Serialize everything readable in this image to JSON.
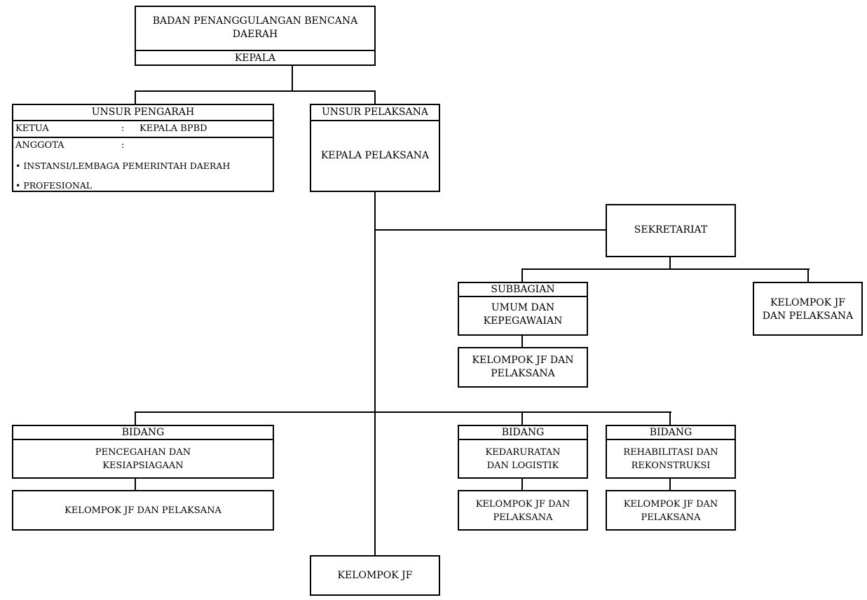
{
  "top": {
    "org_name": "BADAN PENANGGULANGAN BENCANA\nDAERAH",
    "head": "KEPALA"
  },
  "pengarah": {
    "title": "UNSUR PENGARAH",
    "ketua_label": "KETUA",
    "ketua_sep": ":",
    "ketua_value": "KEPALA BPBD",
    "anggota_label": "ANGGOTA",
    "anggota_sep": ":",
    "members": [
      "• INSTANSI/LEMBAGA PEMERINTAH DAERAH",
      "• PROFESIONAL"
    ]
  },
  "pelaksana": {
    "title": "UNSUR PELAKSANA",
    "body": "KEPALA PELAKSANA"
  },
  "sekretariat": {
    "title": "SEKRETARIAT",
    "subbagian_header": "SUBBAGIAN",
    "subbagian_body": "UMUM DAN\nKEPEGAWAIAN",
    "subbagian_group": "KELOMPOK JF DAN\nPELAKSANA",
    "group": "KELOMPOK JF\nDAN PELAKSANA"
  },
  "bidang": [
    {
      "header": "BIDANG",
      "body": "PENCEGAHAN DAN\nKESIAPSIAGAAN",
      "group": "KELOMPOK JF DAN PELAKSANA"
    },
    {
      "header": "BIDANG",
      "body": "KEDARURATAN\nDAN LOGISTIK",
      "group": "KELOMPOK JF DAN\nPELAKSANA"
    },
    {
      "header": "BIDANG",
      "body": "REHABILITASI DAN\nREKONSTRUKSI",
      "group": "KELOMPOK JF DAN\nPELAKSANA"
    }
  ],
  "kelompok_jf": "KELOMPOK JF"
}
